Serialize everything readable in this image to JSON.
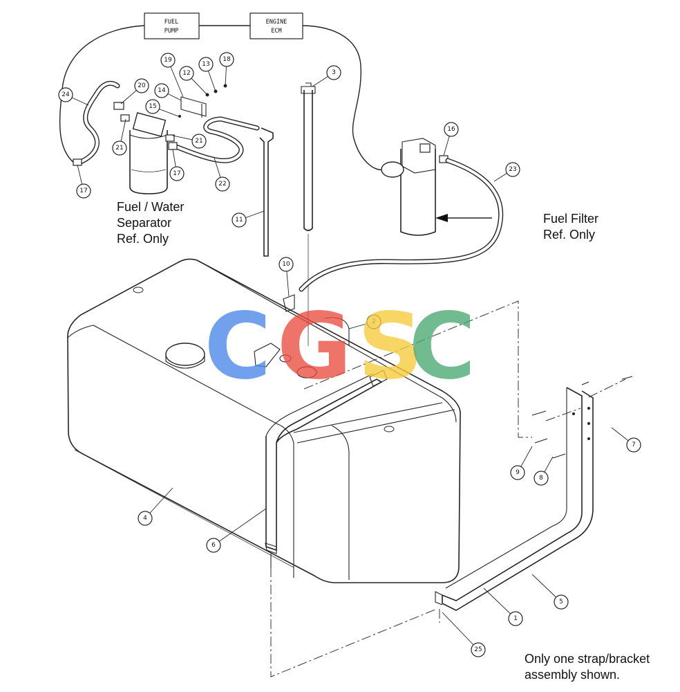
{
  "boxes": {
    "fuel_pump": [
      "FUEL",
      "PUMP"
    ],
    "engine_ecm": [
      "ENGINE",
      "ECM"
    ]
  },
  "notes": {
    "separator": [
      "Fuel / Water",
      "Separator",
      "Ref. Only"
    ],
    "filter": [
      "Fuel Filter",
      "Ref. Only"
    ],
    "assembly": [
      "Only one strap/bracket",
      "assembly shown."
    ]
  },
  "watermark": {
    "letters": [
      "C",
      "G",
      "S",
      "C"
    ],
    "colors": [
      "#4A86E8",
      "#EA4C3F",
      "#F6CB3A",
      "#4AA872"
    ]
  },
  "callouts": [
    "1",
    "2",
    "3",
    "4",
    "5",
    "6",
    "7",
    "8",
    "9",
    "10",
    "11",
    "12",
    "13",
    "14",
    "15",
    "16",
    "17",
    "17",
    "18",
    "19",
    "20",
    "21",
    "21",
    "22",
    "23",
    "24",
    "25"
  ],
  "colors": {
    "line": "#222222",
    "background": "#FFFFFF"
  }
}
